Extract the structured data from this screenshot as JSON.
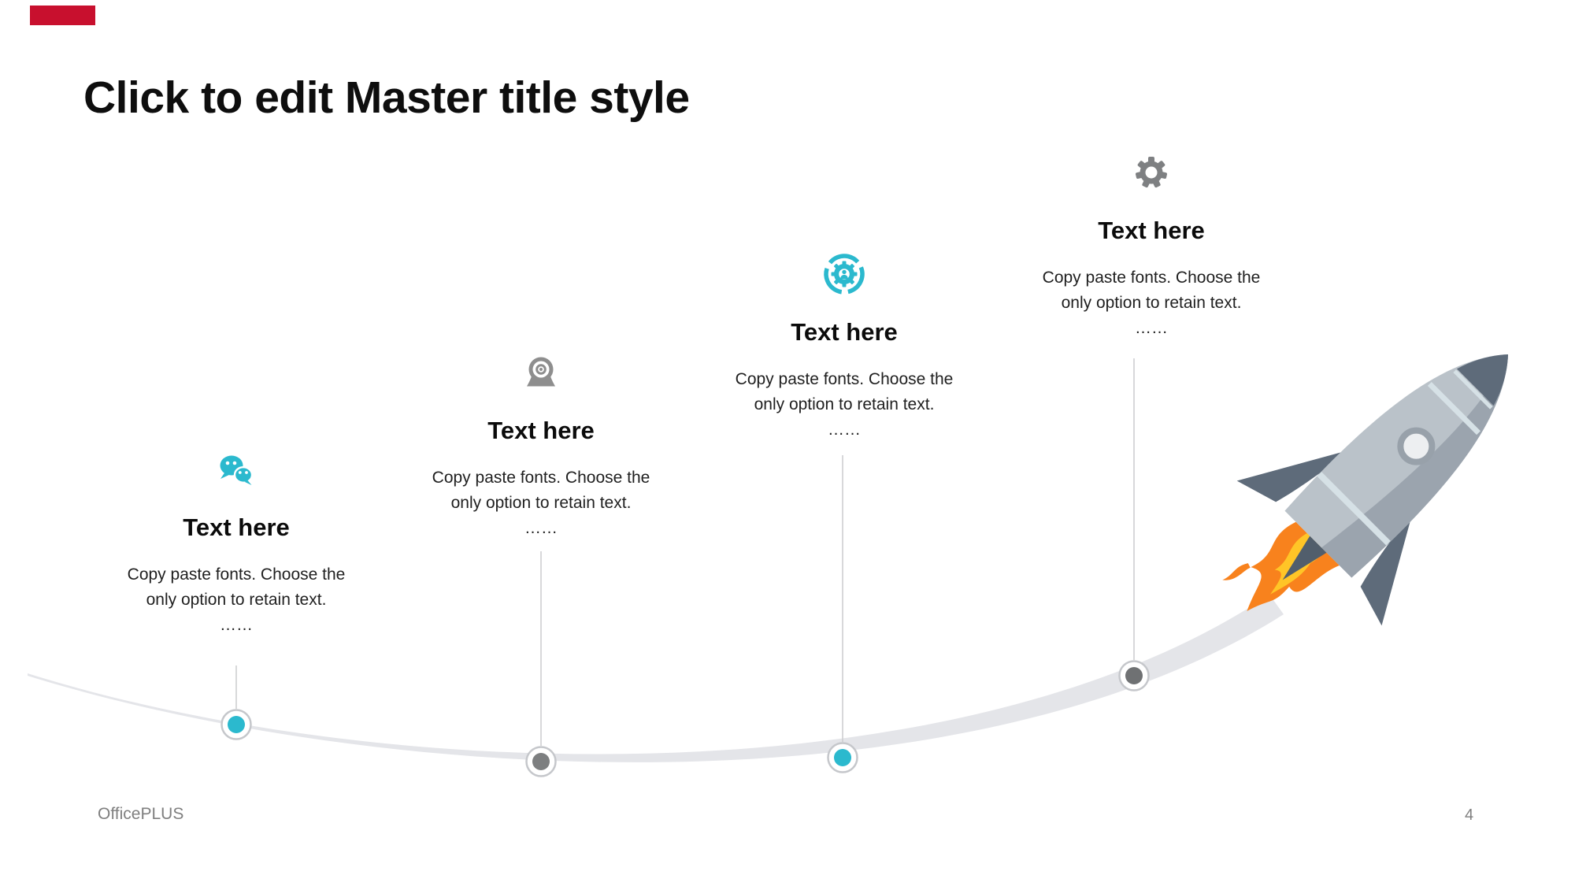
{
  "slide": {
    "title": "Click to edit Master title style"
  },
  "columns": [
    {
      "icon": "wechat-icon",
      "heading": "Text here",
      "body_line1": "Copy paste fonts. Choose the",
      "body_line2": "only option to retain text.",
      "dots": "……",
      "icon_color": "#2BB9CE"
    },
    {
      "icon": "webcam-icon",
      "heading": "Text here",
      "body_line1": "Copy paste fonts. Choose the",
      "body_line2": "only option to retain text.",
      "dots": "……",
      "icon_color": "#8E8E8E"
    },
    {
      "icon": "gear-circle-icon",
      "heading": "Text here",
      "body_line1": "Copy paste fonts. Choose the",
      "body_line2": "only option to retain text.",
      "dots": "……",
      "icon_color": "#2BB9CE"
    },
    {
      "icon": "gear-icon",
      "heading": "Text here",
      "body_line1": "Copy paste fonts. Choose the",
      "body_line2": "only option to retain text.",
      "dots": "……",
      "icon_color": "#7E8082"
    }
  ],
  "timeline": {
    "curve_color": "#E4E5E9",
    "marker_ring_color": "#C5C7CB",
    "marker_colors": [
      "#2BB9CE",
      "#7D7F80",
      "#2BB9CE",
      "#6F7173"
    ]
  },
  "graphics": {
    "accent_bar_color": "#C8102E",
    "rocket_body_color": "#BAC2C9",
    "rocket_shade_color": "#9BA4AE",
    "rocket_fin_color": "#5E6B7A",
    "flame_orange": "#F8821D",
    "flame_yellow": "#FFC527"
  },
  "footer": {
    "brand": "OfficePLUS",
    "page_number": "4"
  }
}
